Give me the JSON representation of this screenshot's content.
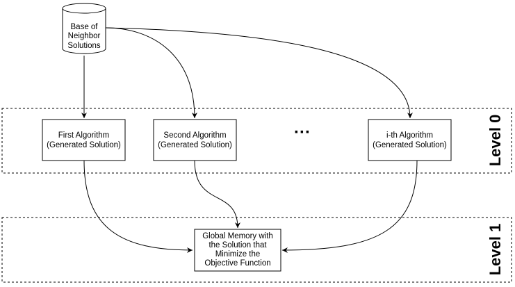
{
  "diagram": {
    "database": {
      "lines": [
        "Base of",
        "Neighbor",
        "Solutions"
      ]
    },
    "level0": {
      "label": "Level 0"
    },
    "level1": {
      "label": "Level 1"
    },
    "algorithms": [
      {
        "line1": "First Algorithm",
        "line2": "(Generated Solution)"
      },
      {
        "line1": "Second Algorithm",
        "line2": "(Generated Solution)"
      },
      {
        "line1": "i-th Algorithm",
        "line2": "(Generated Solution)"
      }
    ],
    "ellipsis": "···",
    "memory": {
      "lines": [
        "Global Memory with",
        "the Solution that",
        "Minimize the",
        "Objective Function"
      ]
    }
  }
}
